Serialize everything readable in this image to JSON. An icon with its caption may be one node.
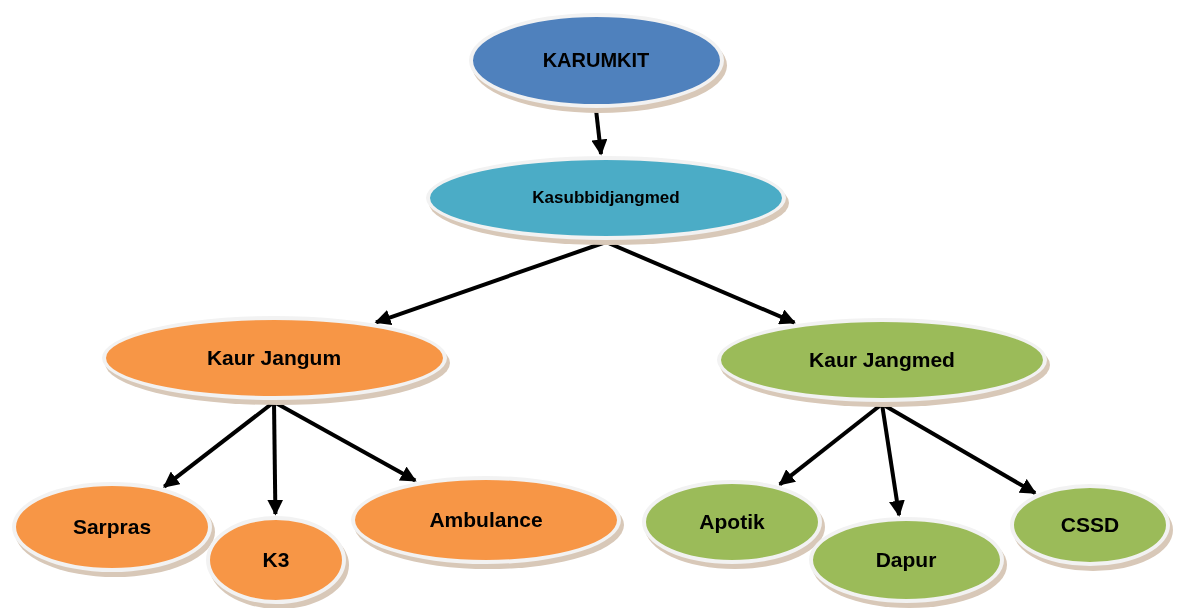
{
  "diagram": {
    "nodes": [
      {
        "text": [
          "KARUMKIT"
        ]
      },
      {
        "text": [
          "Kasubbidjangmed"
        ]
      },
      {
        "text": [
          "Kaur Jangum"
        ]
      },
      {
        "text": [
          "Kaur Jangmed"
        ]
      },
      {
        "text": [
          "Sarpras"
        ]
      },
      {
        "text": [
          "K3"
        ]
      },
      {
        "text": [
          "Ambulance"
        ]
      },
      {
        "text": [
          "Apotik"
        ]
      },
      {
        "text": [
          "Dapur"
        ]
      },
      {
        "text": [
          "CSSD"
        ]
      }
    ],
    "edges": [
      {
        "from": 0,
        "to": 1,
        "arrow": "to"
      },
      {
        "from": 1,
        "to": 2,
        "arrow": "to"
      },
      {
        "from": 1,
        "to": 3,
        "arrow": "to"
      },
      {
        "from": 2,
        "to": 4,
        "arrow": "to"
      },
      {
        "from": 2,
        "to": 5,
        "arrow": "to"
      },
      {
        "from": 2,
        "to": 6,
        "arrow": "to"
      },
      {
        "from": 3,
        "to": 7,
        "arrow": "to"
      },
      {
        "from": 3,
        "to": 8,
        "arrow": "to"
      },
      {
        "from": 3,
        "to": 9,
        "arrow": "to"
      }
    ]
  }
}
